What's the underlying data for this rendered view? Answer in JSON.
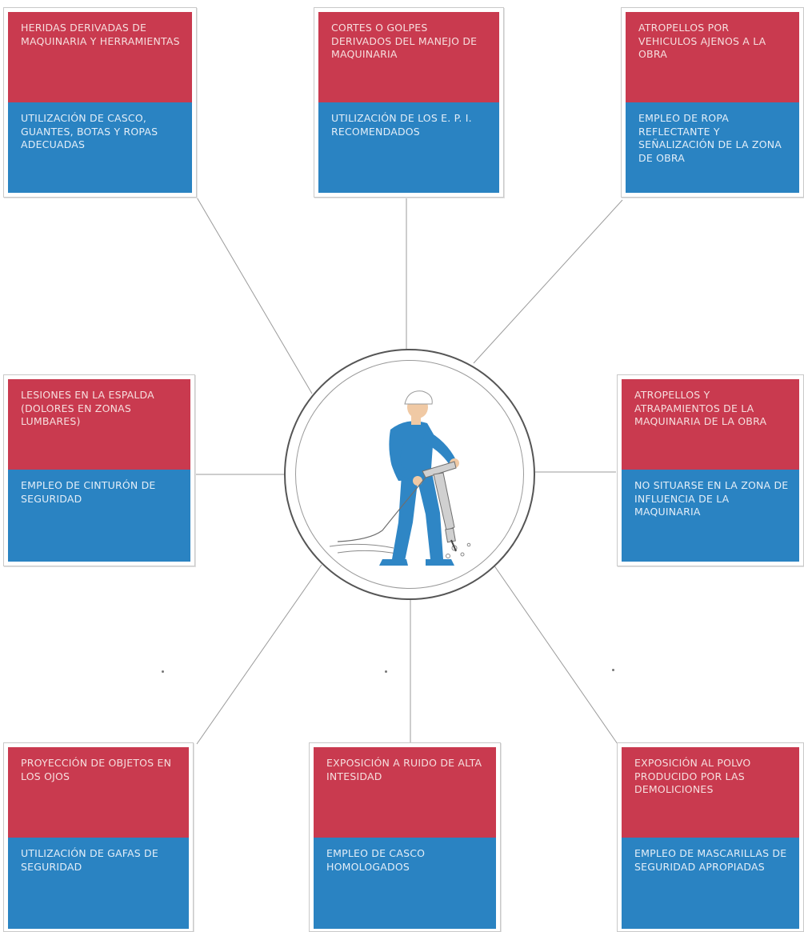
{
  "colors": {
    "risk": "#c93a4f",
    "measure": "#2a83c2",
    "worker_suit": "#2f86c5",
    "helmet": "#ffffff"
  },
  "center": {
    "icon": "jackhammer-worker-icon"
  },
  "cards": [
    {
      "risk": "HERIDAS DERIVADAS DE MAQUINARIA Y HERRAMIENTAS",
      "measure": "UTILIZACIÓN DE CASCO, GUANTES, BOTAS Y ROPAS ADECUADAS"
    },
    {
      "risk": "CORTES O GOLPES DERIVADOS DEL MANEJO DE MAQUINARIA",
      "measure": "UTILIZACIÓN DE LOS E. P. I. RECOMENDADOS"
    },
    {
      "risk": "ATROPELLOS POR VEHICULOS AJENOS A LA OBRA",
      "measure": "EMPLEO DE ROPA REFLECTANTE Y SEÑALIZACIÓN DE LA ZONA DE OBRA"
    },
    {
      "risk": "LESIONES EN LA ESPALDA (DOLORES EN ZONAS LUMBARES)",
      "measure": "EMPLEO DE CINTURÓN DE SEGURIDAD"
    },
    {
      "risk": "ATROPELLOS Y ATRAPAMIENTOS DE LA MAQUINARIA DE LA OBRA",
      "measure": "NO SITUARSE EN LA ZONA DE INFLUENCIA DE LA MAQUINARIA"
    },
    {
      "risk": "PROYECCIÓN DE OBJETOS EN LOS OJOS",
      "measure": "UTILIZACIÓN DE GAFAS DE SEGURIDAD"
    },
    {
      "risk": "EXPOSICIÓN A RUIDO DE ALTA INTESIDAD",
      "measure": "EMPLEO DE CASCO HOMOLOGADOS"
    },
    {
      "risk": "EXPOSICIÓN AL POLVO PRODUCIDO POR LAS DEMOLICIONES",
      "measure": "EMPLEO DE MASCARILLAS DE SEGURIDAD APROPIADAS"
    }
  ]
}
